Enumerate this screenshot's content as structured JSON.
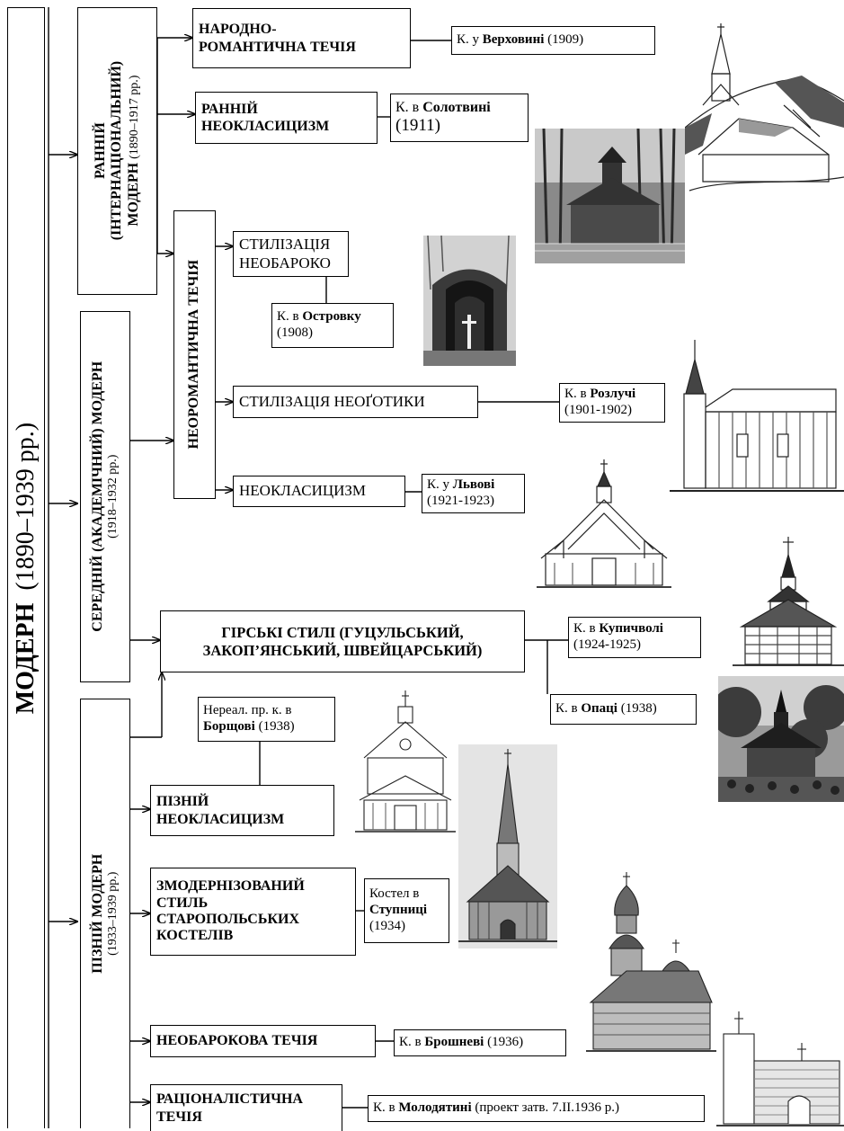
{
  "main": {
    "title": "МОДЕРН",
    "years": "(1890–1939 рр.)"
  },
  "periods": {
    "early": {
      "l1": "РАННІЙ",
      "l2": "(ІНТЕРНАЦІОНАЛЬНИЙ)",
      "l3": "МОДЕРН",
      "years": "(1890–1917 рр.)"
    },
    "middle": {
      "l1": "СЕРЕДНІЙ (АКАДЕМІЧНИЙ) МОДЕРН",
      "years": "(1918–1932 рр.)"
    },
    "late": {
      "l1": "ПІЗНІЙ МОДЕРН",
      "years": "(1933–1939 рр.)"
    }
  },
  "neoromantic": "НЕОРОМАНТИЧНА ТЕЧІЯ",
  "styles": {
    "folk_romantic": [
      "НАРОДНО-",
      "РОМАНТИЧНА ТЕЧІЯ"
    ],
    "early_neoclassicism": [
      "РАННІЙ",
      "НЕОКЛАСИЦИЗМ"
    ],
    "neobaroque_stylization": [
      "СТИЛІЗАЦІЯ",
      "НЕОБАРОКО"
    ],
    "neogothic_stylization": "СТИЛІЗАЦІЯ НЕОҐОТИКИ",
    "neoclassicism": "НЕОКЛАСИЦИЗМ",
    "mountain": [
      "ГІРСЬКІ СТИЛІ (ГУЦУЛЬСЬКИЙ,",
      "ЗАКОП’ЯНСЬКИЙ, ШВЕЙЦАРСЬКИЙ)"
    ],
    "late_neoclassicism": [
      "ПІЗНІЙ",
      "НЕОКЛАСИЦИЗМ"
    ],
    "modernized": [
      "ЗМОДЕРНІЗОВАНИЙ",
      "СТИЛЬ",
      "СТАРОПОЛЬСЬКИХ",
      "КОСТЕЛІВ"
    ],
    "neobaroque": "НЕОБАРОКОВА ТЕЧІЯ",
    "rationalist": [
      "РАЦІОНАЛІСТИЧНА",
      "ТЕЧІЯ"
    ]
  },
  "examples": {
    "verkhovyna": {
      "pre": "К. у ",
      "place": "Верховині",
      "year": " (1909)"
    },
    "solotvyn": {
      "pre": "К. в ",
      "place": "Солотвині",
      "year": "(1911)"
    },
    "ostrovok": {
      "pre": "К. в ",
      "place": "Островку",
      "year": "(1908)"
    },
    "rozluch": {
      "pre": "К. в ",
      "place": "Розлучі",
      "year": "(1901-1902)"
    },
    "lviv": {
      "pre": "К. у ",
      "place": "Львові",
      "year": "(1921-1923)"
    },
    "kupychvolia": {
      "pre": "К. в ",
      "place": "Купичволі",
      "year": "(1924-1925)"
    },
    "opaka": {
      "pre": "К. в ",
      "place": "Опаці",
      "year": " (1938)"
    },
    "borshchiv": {
      "pre": "Нереал. пр. к. в",
      "place": "Борщові",
      "year": " (1938)"
    },
    "stupnytsia": {
      "pre": "Костел в",
      "place": "Ступниці",
      "year": "(1934)"
    },
    "broshniv": {
      "pre": "К. в ",
      "place": "Брошневі",
      "year": " (1936)"
    },
    "molodiatyn": {
      "pre": "К. в ",
      "place": "Молодятині",
      "year": " (проект затв. 7.ІІ.1936 р.)"
    }
  }
}
